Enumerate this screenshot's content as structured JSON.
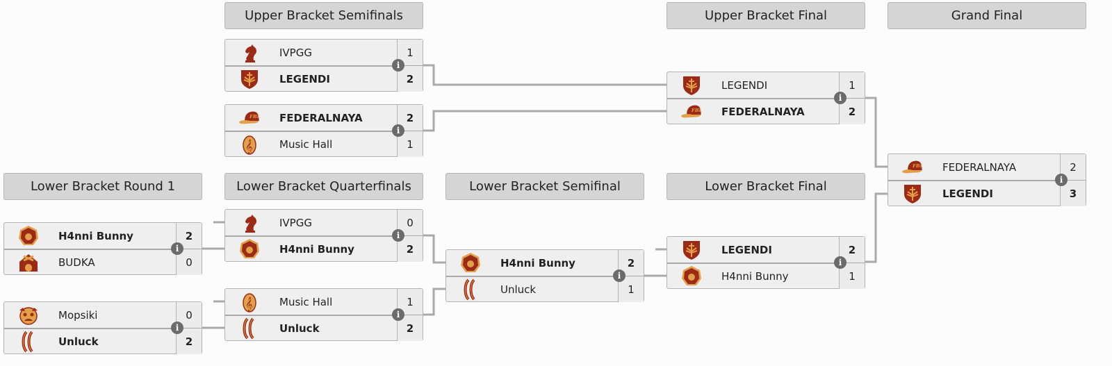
{
  "headers": {
    "ub_semis": "Upper Bracket Semifinals",
    "ub_final": "Upper Bracket Final",
    "grand_final": "Grand Final",
    "lb_r1": "Lower Bracket Round 1",
    "lb_qf": "Lower Bracket Quarterfinals",
    "lb_sf": "Lower Bracket Semifinal",
    "lb_final": "Lower Bracket Final"
  },
  "colors": {
    "logo_primary": "#9b2a16",
    "logo_secondary": "#e3a04a",
    "line": "#aaaaaa",
    "header_bg": "#d5d5d5"
  },
  "matches": {
    "ubsf1": {
      "teams": [
        {
          "name": "IVPGG",
          "score": "1",
          "winner": false,
          "logo": "knight-icon"
        },
        {
          "name": "LEGENDI",
          "score": "2",
          "winner": true,
          "logo": "shield-icon"
        }
      ]
    },
    "ubsf2": {
      "teams": [
        {
          "name": "FEDERALNAYA",
          "score": "2",
          "winner": true,
          "logo": "cap-icon"
        },
        {
          "name": "Music Hall",
          "score": "1",
          "winner": false,
          "logo": "treble-clef-icon"
        }
      ]
    },
    "ubf": {
      "teams": [
        {
          "name": "LEGENDI",
          "score": "1",
          "winner": false,
          "logo": "shield-icon"
        },
        {
          "name": "FEDERALNAYA",
          "score": "2",
          "winner": true,
          "logo": "cap-icon"
        }
      ]
    },
    "gf": {
      "teams": [
        {
          "name": "FEDERALNAYA",
          "score": "2",
          "winner": false,
          "logo": "cap-icon"
        },
        {
          "name": "LEGENDI",
          "score": "3",
          "winner": true,
          "logo": "shield-icon"
        }
      ]
    },
    "lbr1a": {
      "teams": [
        {
          "name": "H4nni Bunny",
          "score": "2",
          "winner": true,
          "logo": "bunny-icon"
        },
        {
          "name": "BUDKA",
          "score": "0",
          "winner": false,
          "logo": "doghouse-icon"
        }
      ]
    },
    "lbr1b": {
      "teams": [
        {
          "name": "Mopsiki",
          "score": "0",
          "winner": false,
          "logo": "pug-icon"
        },
        {
          "name": "Unluck",
          "score": "2",
          "winner": true,
          "logo": "brackets-icon"
        }
      ]
    },
    "lbqf1": {
      "teams": [
        {
          "name": "IVPGG",
          "score": "0",
          "winner": false,
          "logo": "knight-icon"
        },
        {
          "name": "H4nni Bunny",
          "score": "2",
          "winner": true,
          "logo": "bunny-icon"
        }
      ]
    },
    "lbqf2": {
      "teams": [
        {
          "name": "Music Hall",
          "score": "1",
          "winner": false,
          "logo": "treble-clef-icon"
        },
        {
          "name": "Unluck",
          "score": "2",
          "winner": true,
          "logo": "brackets-icon"
        }
      ]
    },
    "lbsf": {
      "teams": [
        {
          "name": "H4nni Bunny",
          "score": "2",
          "winner": true,
          "logo": "bunny-icon"
        },
        {
          "name": "Unluck",
          "score": "1",
          "winner": false,
          "logo": "brackets-icon"
        }
      ]
    },
    "lbf": {
      "teams": [
        {
          "name": "LEGENDI",
          "score": "2",
          "winner": true,
          "logo": "shield-icon"
        },
        {
          "name": "H4nni Bunny",
          "score": "1",
          "winner": false,
          "logo": "bunny-icon"
        }
      ]
    }
  },
  "info_glyph": "i"
}
